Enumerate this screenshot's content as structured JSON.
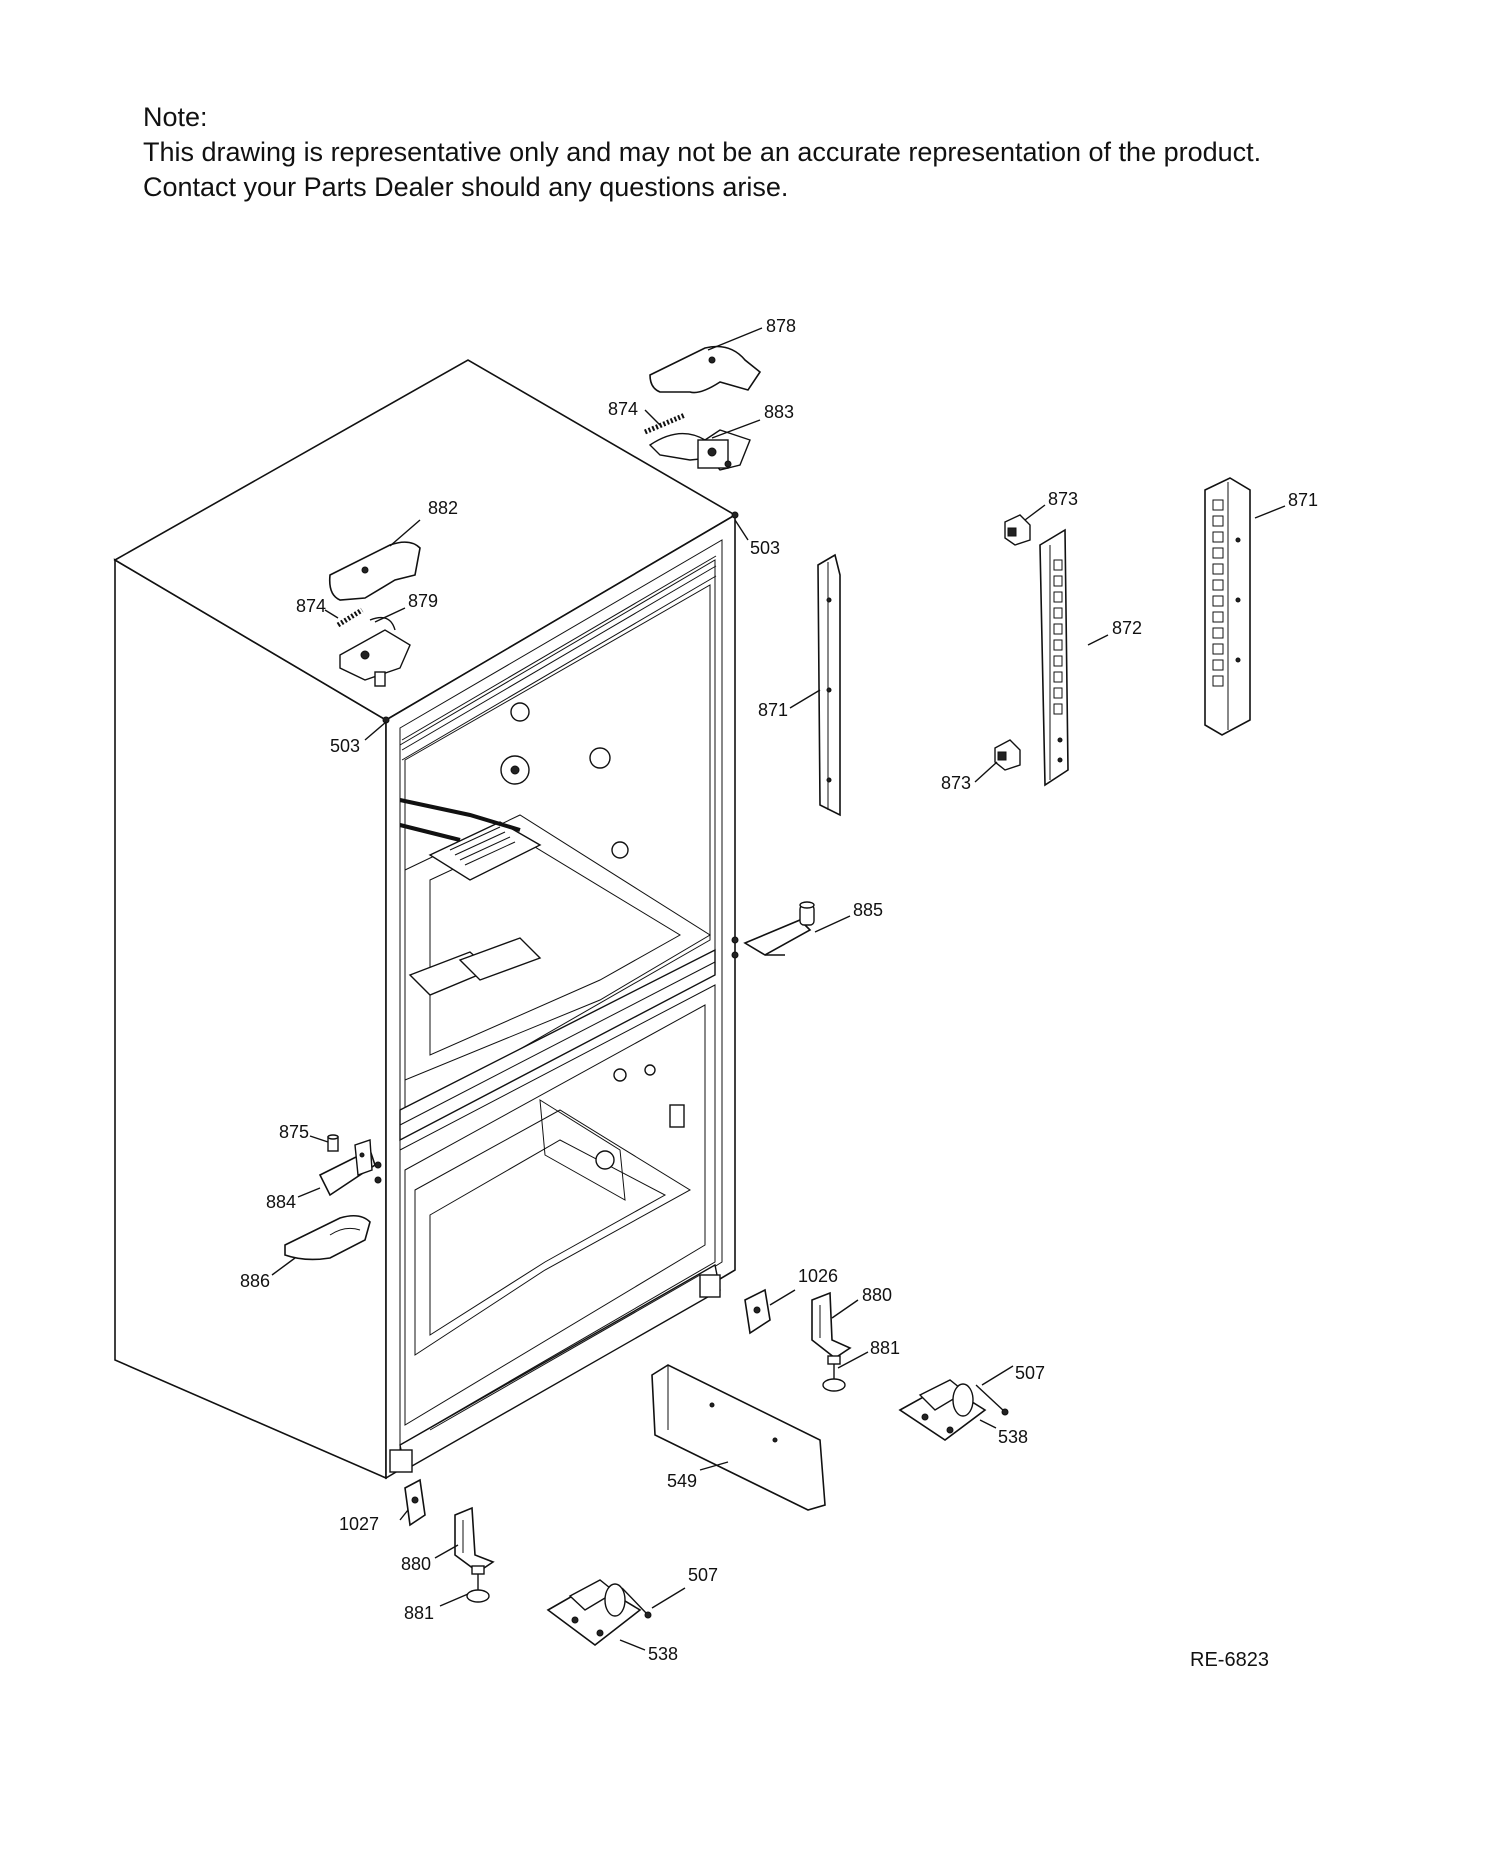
{
  "note": {
    "heading": "Note:",
    "line1": "This drawing is representative only and may not be an accurate representation of the product.",
    "line2": "Contact your Parts Dealer should any questions arise."
  },
  "labels": {
    "p878": "878",
    "p874a": "874",
    "p883": "883",
    "p882": "882",
    "p874b": "874",
    "p879": "879",
    "p503a": "503",
    "p503b": "503",
    "p871a": "871",
    "p871b": "871",
    "p873a": "873",
    "p873b": "873",
    "p872": "872",
    "p885": "885",
    "p875": "875",
    "p884": "884",
    "p886": "886",
    "p1026": "1026",
    "p880a": "880",
    "p881a": "881",
    "p507a": "507",
    "p538a": "538",
    "p549": "549",
    "p1027": "1027",
    "p880b": "880",
    "p881b": "881",
    "p507b": "507",
    "p538b": "538"
  },
  "reference": "RE-6823"
}
